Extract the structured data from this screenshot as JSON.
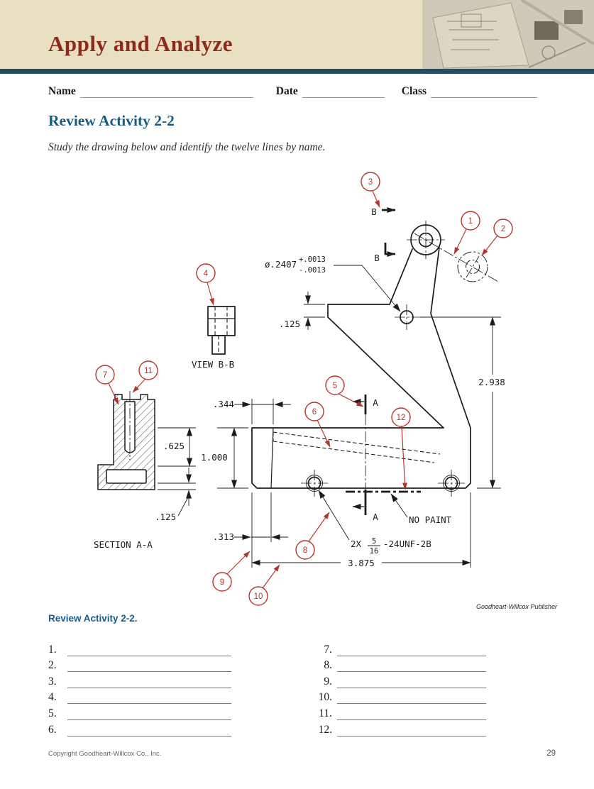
{
  "banner": {
    "title": "Apply and Analyze"
  },
  "header_fields": {
    "name": "Name",
    "date": "Date",
    "class": "Class"
  },
  "activity": {
    "title": "Review Activity 2-2",
    "instruction": "Study the drawing below and identify the twelve lines by name.",
    "answers_heading": "Review Activity 2-2."
  },
  "drawing": {
    "balloons": [
      "1",
      "2",
      "3",
      "4",
      "5",
      "6",
      "7",
      "8",
      "9",
      "10",
      "11",
      "12"
    ],
    "labels": {
      "view_bb": "VIEW B-B",
      "section_aa": "SECTION A-A",
      "letter_a": "A",
      "letter_b": "B",
      "no_paint": "NO PAINT"
    },
    "dimensions": {
      "hole_dia": "ø.2407",
      "tol_plus": "+.0013",
      "tol_minus": "-.0013",
      "step_height": ".125",
      "overall_height": "2.938",
      "jaw_top_width": ".344",
      "base_height": "1.000",
      "section_depth": ".625",
      "section_wall": ".125",
      "jaw_bottom_width": ".313",
      "overall_width": "3.875",
      "thread_qty": "2X",
      "thread_num": "5",
      "thread_den": "16",
      "thread_spec": "-24UNF-2B"
    }
  },
  "answer_numbers": [
    "1.",
    "2.",
    "3.",
    "4.",
    "5.",
    "6.",
    "7.",
    "8.",
    "9.",
    "10.",
    "11.",
    "12."
  ],
  "credit": "Goodheart-Willcox Publisher",
  "footer": {
    "copyright": "Copyright Goodheart-Willcox Co., Inc.",
    "page": "29"
  }
}
